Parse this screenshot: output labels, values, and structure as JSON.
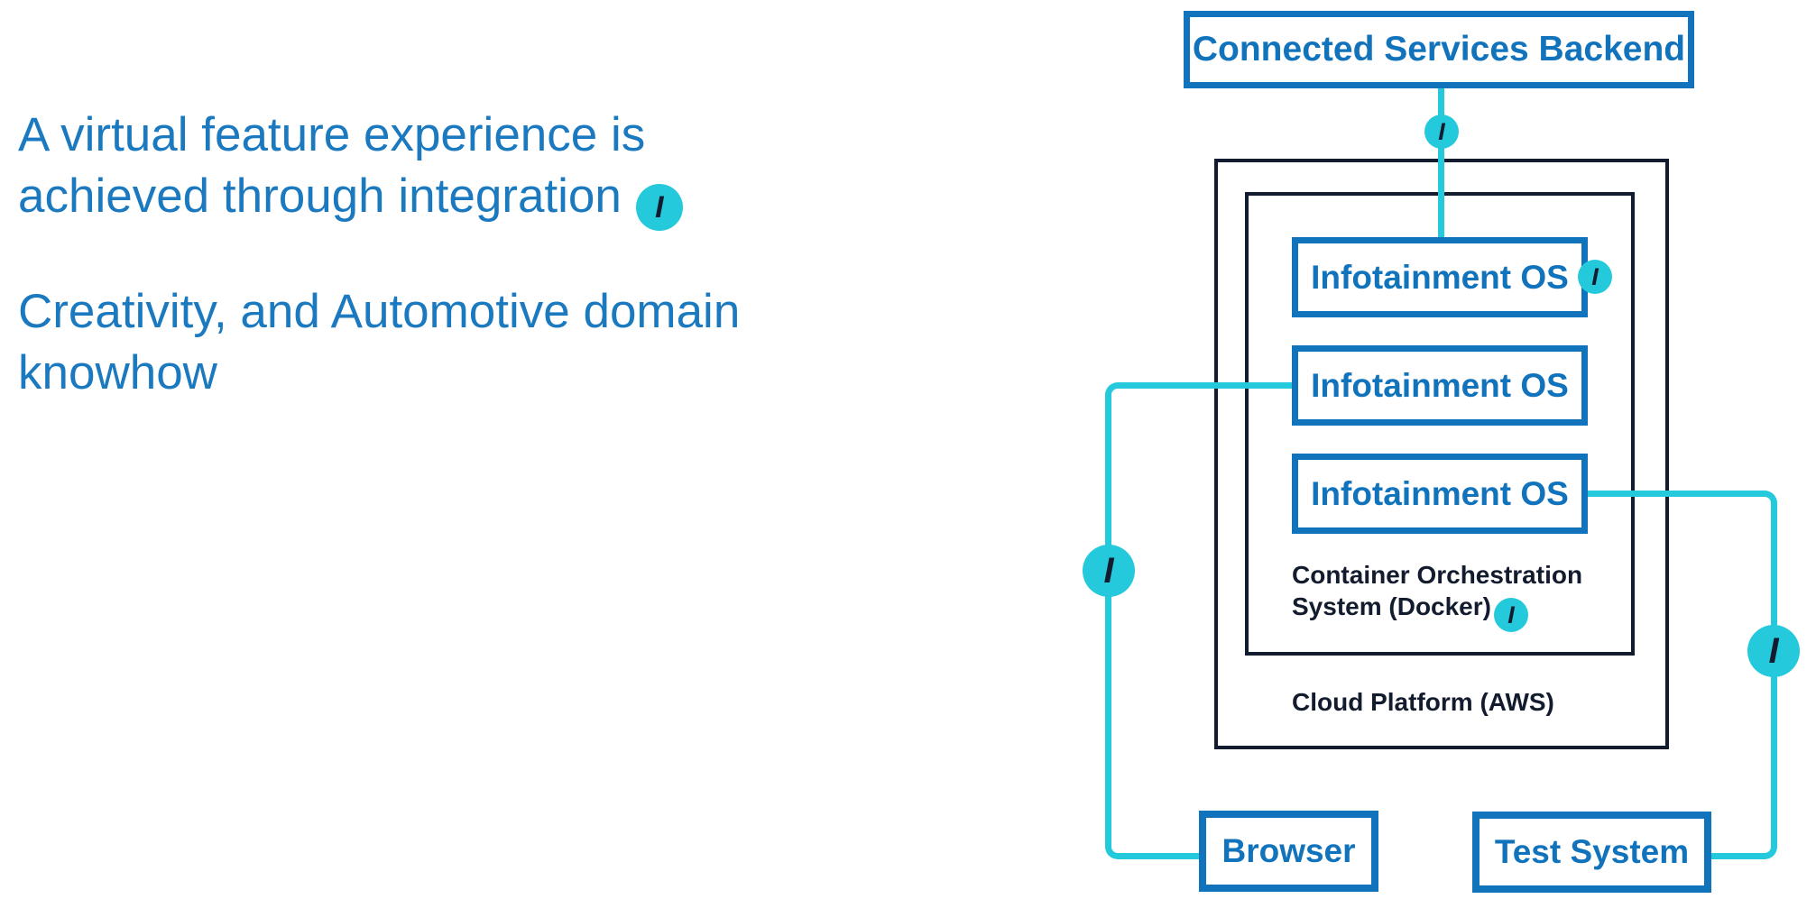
{
  "colors": {
    "blue": "#1173bb",
    "text_blue": "#1b79c0",
    "cyan": "#24c9dc",
    "navy": "#131c2e"
  },
  "intro": {
    "paragraph1_line1": "A virtual feature experience is",
    "paragraph1_line2": "achieved through integration",
    "paragraph2_line1": "Creativity, and Automotive domain",
    "paragraph2_line2": "knowhow"
  },
  "marker": {
    "glyph": "I"
  },
  "diagram": {
    "backend_label": "Connected Services Backend",
    "infotainment_labels": [
      "Infotainment OS",
      "Infotainment OS",
      "Infotainment OS"
    ],
    "orchestration_line1": "Container Orchestration",
    "orchestration_line2": "System (Docker)",
    "cloud_label": "Cloud Platform (AWS)",
    "browser_label": "Browser",
    "test_system_label": "Test System"
  }
}
